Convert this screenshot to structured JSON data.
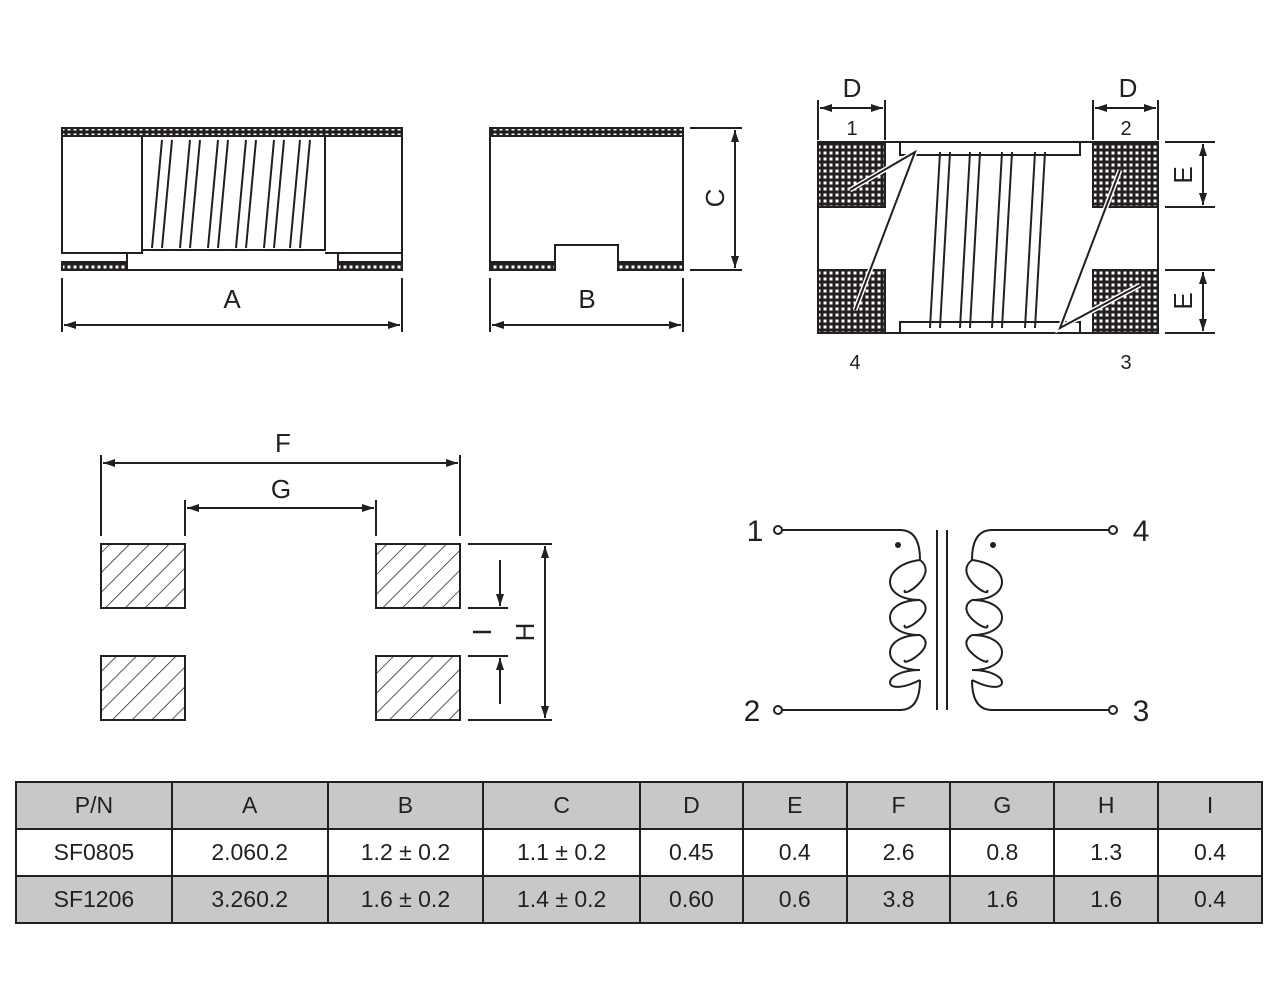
{
  "drawings": {
    "side_view": {
      "dim_a": "A"
    },
    "end_view": {
      "dim_b": "B",
      "dim_c": "C"
    },
    "top_view": {
      "dim_d_left": "D",
      "dim_d_right": "D",
      "dim_e_top": "E",
      "dim_e_bottom": "E",
      "pin1": "1",
      "pin2": "2",
      "pin3": "3",
      "pin4": "4"
    },
    "footprint": {
      "dim_f": "F",
      "dim_g": "G",
      "dim_h": "H",
      "dim_i": "I"
    },
    "schematic": {
      "pin1": "1",
      "pin2": "2",
      "pin3": "3",
      "pin4": "4"
    }
  },
  "table": {
    "headers": [
      "P/N",
      "A",
      "B",
      "C",
      "D",
      "E",
      "F",
      "G",
      "H",
      "I"
    ],
    "rows": [
      [
        "SF0805",
        "2.060.2",
        "1.2 ± 0.2",
        "1.1 ± 0.2",
        "0.45",
        "0.4",
        "2.6",
        "0.8",
        "1.3",
        "0.4"
      ],
      [
        "SF1206",
        "3.260.2",
        "1.6 ± 0.2",
        "1.4 ± 0.2",
        "0.60",
        "0.6",
        "3.8",
        "1.6",
        "1.6",
        "0.4"
      ]
    ]
  },
  "colors": {
    "ink": "#231f20",
    "header_fill": "#c8c8c8"
  }
}
